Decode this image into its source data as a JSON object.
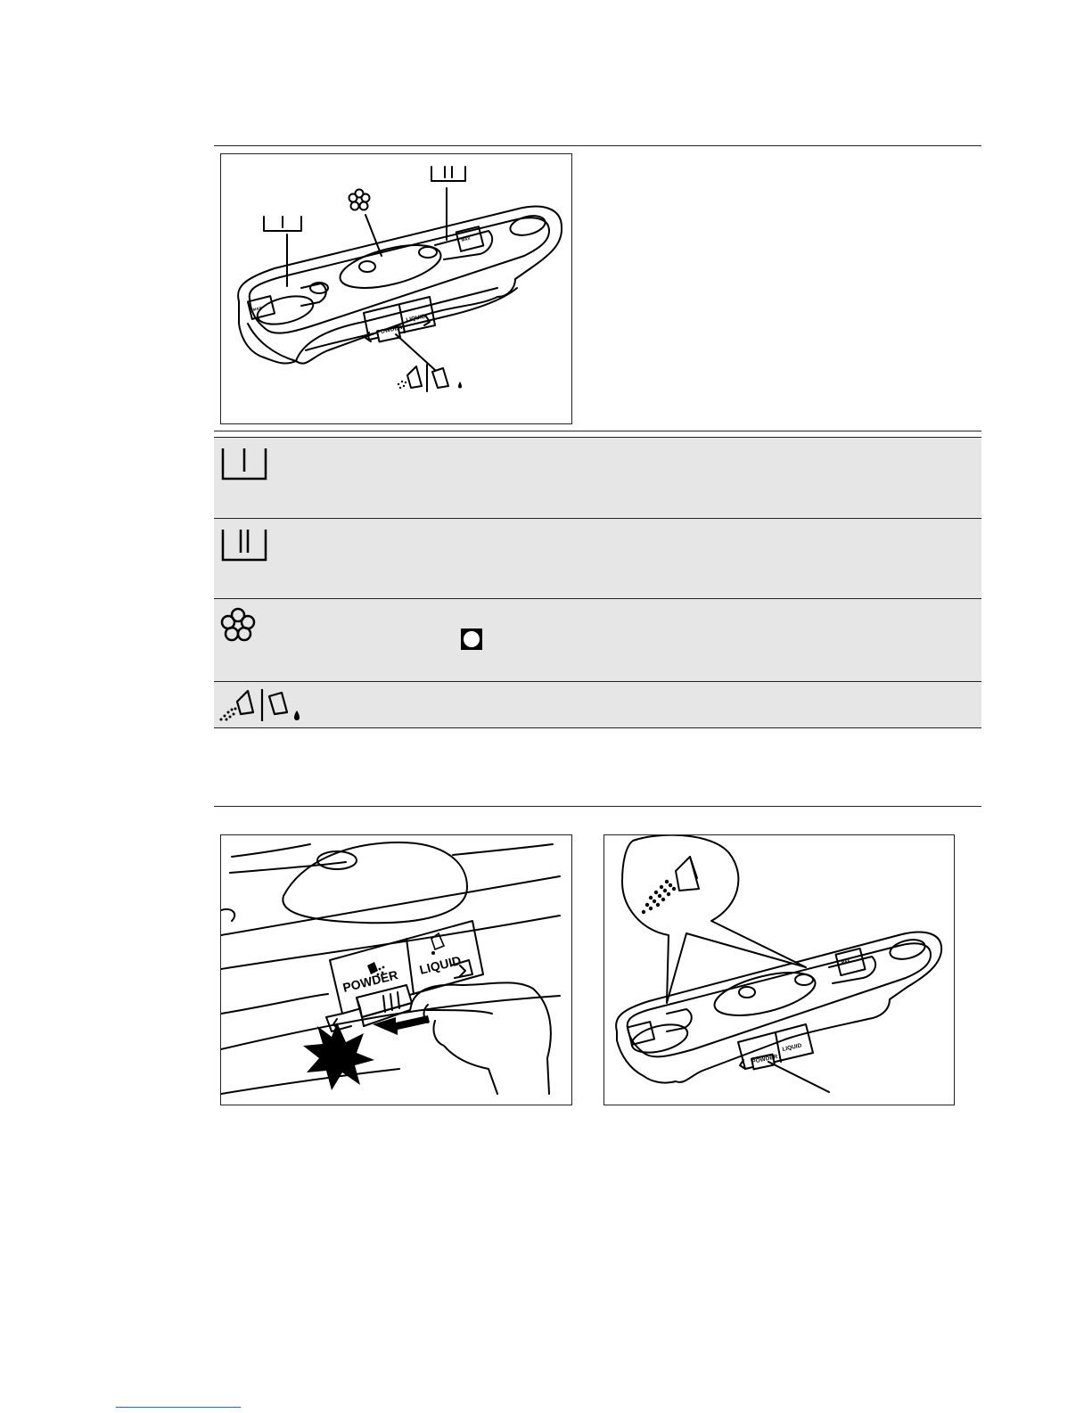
{
  "figure_top": {
    "compartment_labels": [
      "I",
      "II"
    ],
    "panel_label_powder": "POWDER",
    "panel_label_liquid": "LIQUID",
    "max_label": "MAX",
    "icons": [
      "prewash-compartment-icon",
      "main-wash-compartment-icon",
      "softener-flower-icon",
      "powder-liquid-flap-icon"
    ]
  },
  "symbol_table": {
    "rows": [
      {
        "icon": "prewash-compartment-icon"
      },
      {
        "icon": "main-wash-compartment-icon"
      },
      {
        "icon": "softener-flower-icon",
        "extra_icon": "max-level-circle-icon"
      },
      {
        "icon": "powder-liquid-flap-icon"
      }
    ]
  },
  "figure_bottom_left": {
    "panel_label_powder": "POWDER",
    "panel_label_liquid": "LIQUID"
  },
  "figure_bottom_right": {
    "panel_label_powder": "POWDER",
    "panel_label_liquid": "LIQUID",
    "max_label": "MAX"
  },
  "colors": {
    "background": "#ffffff",
    "table_fill": "#e6e6e6",
    "ink": "#000000",
    "link": "#3a5fcd"
  }
}
